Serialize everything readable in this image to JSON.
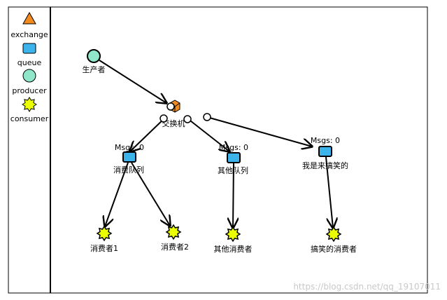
{
  "legend": {
    "exchange": "exchange",
    "queue": "queue",
    "producer": "producer",
    "consumer": "consumer"
  },
  "colors": {
    "exchange": "#f28a1e",
    "queue": "#3db3ec",
    "producer": "#8fe6c8",
    "consumer": "#eaff00",
    "edge": "#000000"
  },
  "nodes": {
    "producer": {
      "label": "生产者"
    },
    "exchange": {
      "label": "交换机"
    },
    "queue1": {
      "label": "消费队列",
      "msgs": "Msgs: 0"
    },
    "queue2": {
      "label": "其他队列",
      "msgs": "Msgs: 0"
    },
    "queue3": {
      "label": "我是来搞笑的",
      "msgs": "Msgs: 0"
    },
    "consumer1": {
      "label": "消费者1"
    },
    "consumer2": {
      "label": "消费者2"
    },
    "consumer3": {
      "label": "其他消费者"
    },
    "consumer4": {
      "label": "搞笑的消费者"
    }
  },
  "watermark": "https://blog.csdn.net/qq_19107011"
}
